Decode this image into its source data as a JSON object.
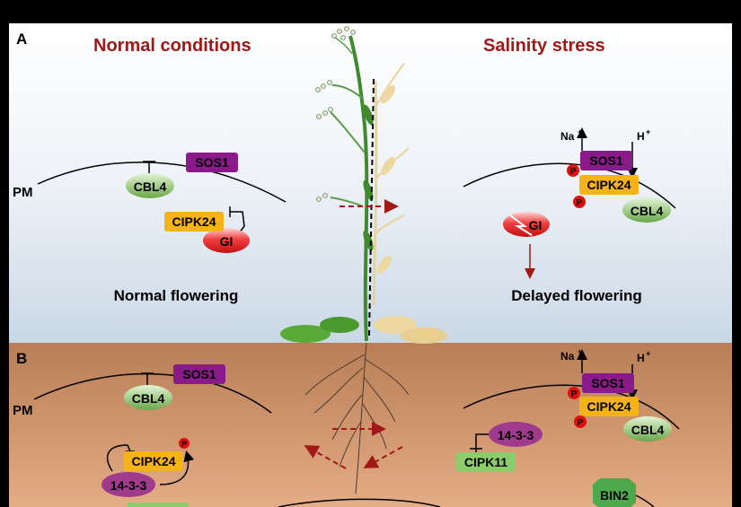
{
  "panels": {
    "a_label": "A",
    "b_label": "B",
    "normal_title": "Normal conditions",
    "salinity_title": "Salinity stress"
  },
  "membrane_label": "PM",
  "proteins": {
    "sos1": "SOS1",
    "cbl4": "CBL4",
    "cipk24": "CIPK24",
    "gi": "GI",
    "p": "P",
    "na": "Na",
    "h": "H",
    "plus": "+",
    "p1433": "14-3-3",
    "cipk11": "CIPK11",
    "bin2": "BIN2"
  },
  "outcomes": {
    "normal": "Normal flowering",
    "delayed": "Delayed flowering"
  },
  "colors": {
    "title": "#a01818",
    "sos1": "#8a1a8a",
    "cipk24": "#f5b318",
    "cbl4": "#7cb45a",
    "gi": "#e0201a",
    "p1433": "#a03a8c",
    "cipk11": "#8ccc6a",
    "bin2": "#4caa4c",
    "phospho": "#e01010",
    "arrow_dashed": "#a01818"
  }
}
